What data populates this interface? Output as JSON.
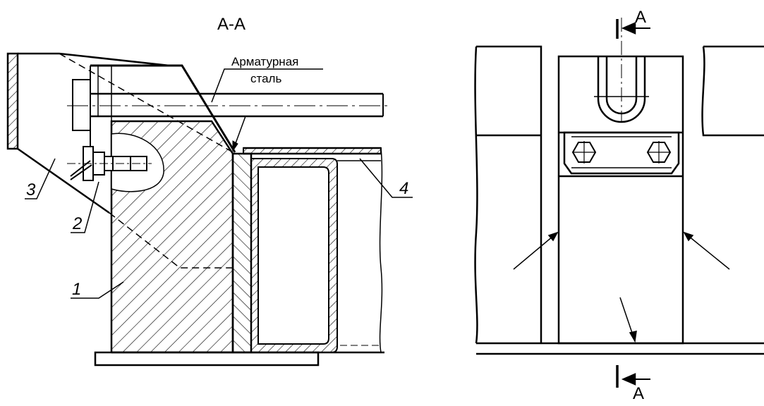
{
  "section_title": "А-А",
  "material_note": {
    "line1": "Арматурная",
    "line2": "сталь"
  },
  "callouts": [
    "1",
    "2",
    "3",
    "4"
  ],
  "section_mark_top": "А",
  "section_mark_bottom": "А",
  "colors": {
    "stroke": "#000000",
    "background": "#ffffff"
  }
}
